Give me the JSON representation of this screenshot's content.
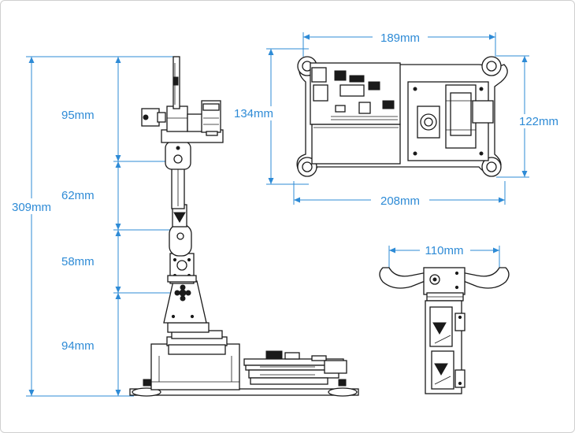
{
  "dimensions": {
    "arm_total_height": "309mm",
    "arm_segment_top": "95mm",
    "arm_segment_2": "62mm",
    "arm_segment_3": "58mm",
    "arm_segment_base": "94mm",
    "top_view_width_inner": "189mm",
    "top_view_width_outer": "208mm",
    "top_view_height_left": "134mm",
    "top_view_height_right": "122mm",
    "gripper_width": "110mm"
  },
  "colors": {
    "dimension": "#2e8bd6",
    "drawing": "#1a1a1a"
  }
}
